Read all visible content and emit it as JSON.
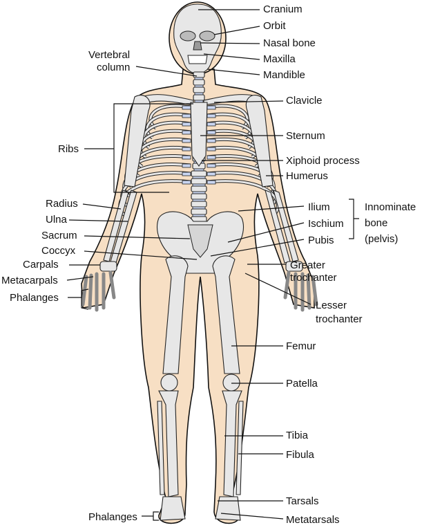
{
  "colors": {
    "skin": "#f7dfc4",
    "bone": "#e7e7e7",
    "cartilage": "#c9d5f1",
    "line": "#111111"
  },
  "labels": {
    "cranium": "Cranium",
    "orbit": "Orbit",
    "nasal_bone": "Nasal bone",
    "maxilla": "Maxilla",
    "mandible": "Mandible",
    "vertebral_1": "Vertebral",
    "vertebral_2": "column",
    "clavicle": "Clavicle",
    "sternum": "Sternum",
    "xiphoid": "Xiphoid process",
    "humerus": "Humerus",
    "ribs": "Ribs",
    "radius": "Radius",
    "ulna": "Ulna",
    "sacrum": "Sacrum",
    "coccyx": "Coccyx",
    "carpals": "Carpals",
    "metacarpals": "Metacarpals",
    "phalanges_hand": "Phalanges",
    "ilium": "Ilium",
    "ischium": "Ischium",
    "pubis": "Pubis",
    "innominate_1": "Innominate",
    "innominate_2": "bone",
    "innominate_3": "(pelvis)",
    "greater_1": "Greater",
    "greater_2": "trochanter",
    "lesser_1": "Lesser",
    "lesser_2": "trochanter",
    "femur": "Femur",
    "patella": "Patella",
    "tibia": "Tibia",
    "fibula": "Fibula",
    "tarsals": "Tarsals",
    "metatarsals": "Metatarsals",
    "phalanges_foot": "Phalanges"
  }
}
